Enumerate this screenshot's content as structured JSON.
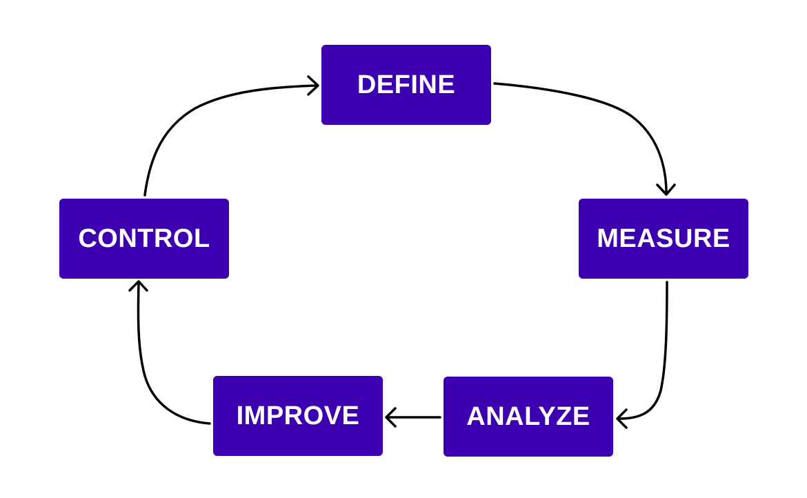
{
  "diagram": {
    "type": "cycle",
    "box_color": "#3d00b0",
    "text_color": "#ffffff",
    "arrow_color": "#000000",
    "steps": [
      {
        "label": "DEFINE"
      },
      {
        "label": "MEASURE"
      },
      {
        "label": "ANALYZE"
      },
      {
        "label": "IMPROVE"
      },
      {
        "label": "CONTROL"
      }
    ],
    "connections": [
      {
        "from": "DEFINE",
        "to": "MEASURE"
      },
      {
        "from": "MEASURE",
        "to": "ANALYZE"
      },
      {
        "from": "ANALYZE",
        "to": "IMPROVE"
      },
      {
        "from": "IMPROVE",
        "to": "CONTROL"
      },
      {
        "from": "CONTROL",
        "to": "DEFINE"
      }
    ]
  }
}
